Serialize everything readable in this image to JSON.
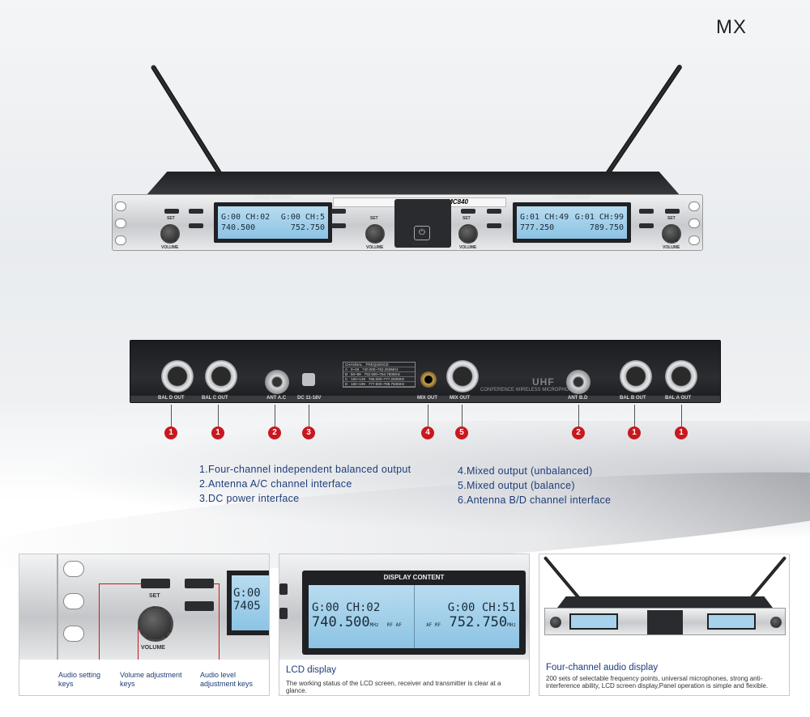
{
  "brand": "MX",
  "front_panel": {
    "display_caption": "DISPLAY CONTENT",
    "model": "MC840",
    "set_label": "SET",
    "volume_label": "VOLUME",
    "power_label": "POWER",
    "lcd_left": {
      "ch_a": "G:00 CH:02",
      "ch_b": "G:00 CH:5",
      "freq_a": "740.500",
      "freq_b": "752.750"
    },
    "lcd_right": {
      "ch_a": "G:01 CH:49",
      "ch_b": "G:01 CH:99",
      "freq_a": "777.250",
      "freq_b": "789.750"
    }
  },
  "back_panel": {
    "labels": {
      "bal_d": "BAL D OUT",
      "bal_c": "BAL C OUT",
      "ant_ac": "ANT A.C",
      "dc": "DC 11-18V",
      "mix_out_a": "MIX OUT",
      "mix_out_b": "MIX OUT",
      "ant_bd": "ANT B.D",
      "bal_b": "BAL B OUT",
      "bal_a": "BAL A OUT"
    },
    "uhf": "UHF",
    "conference": "CONFERENCE WIRELESS MICROPHONE",
    "freq_table": {
      "headers": [
        "CHANNAL",
        "FREQUENCE"
      ],
      "rows": [
        [
          "A",
          "0~49",
          "740.000~752.250MHz"
        ],
        [
          "B",
          "50~99",
          "752.500~764.750MHz"
        ],
        [
          "C",
          "100~149",
          "765.000~777.250MHz"
        ],
        [
          "D",
          "150~199",
          "777.500~789.750MHz"
        ]
      ]
    }
  },
  "markers": [
    "1",
    "1",
    "2",
    "3",
    "4",
    "5",
    "2",
    "1",
    "1"
  ],
  "legend": {
    "left": [
      "1.Four-channel independent balanced output",
      "2.Antenna A/C channel interface",
      "3.DC power interface"
    ],
    "right": [
      "4.Mixed output (unbalanced)",
      "5.Mixed output (balance)",
      "6.Antenna B/D channel interface"
    ]
  },
  "panels": {
    "keys": {
      "set_label": "SET",
      "volume_label": "VOLUME",
      "lcd_snippet_a": "G:00",
      "lcd_snippet_b": "7405",
      "callouts": {
        "audio_setting": "Audio setting\nkeys",
        "volume_adjustment": "Volume adjustment\nkeys",
        "audio_level": "Audio level\nadjustment keys"
      }
    },
    "lcd": {
      "display_caption": "DISPLAY CONTENT",
      "left_ch": "G:00 CH:02",
      "left_freq": "740.500",
      "left_unit": "MHz",
      "left_flags": "RF AF",
      "right_flags": "AF RF",
      "right_ch": "G:00 CH:51",
      "right_freq": "752.750",
      "right_unit": "MHz",
      "title": "LCD display",
      "body": "The working status of the LCD screen, receiver and transmitter is clear at a glance."
    },
    "four_channel": {
      "title": "Four-channel audio display",
      "body": "200 sets of selectable frequency points, universal microphones, strong anti-interference ability, LCD screen display,Panel operation is simple and flexible."
    }
  },
  "colors": {
    "accent_red": "#c8181e",
    "text_blue": "#1e3d7a",
    "lcd_blue": "#a7d2ec"
  }
}
